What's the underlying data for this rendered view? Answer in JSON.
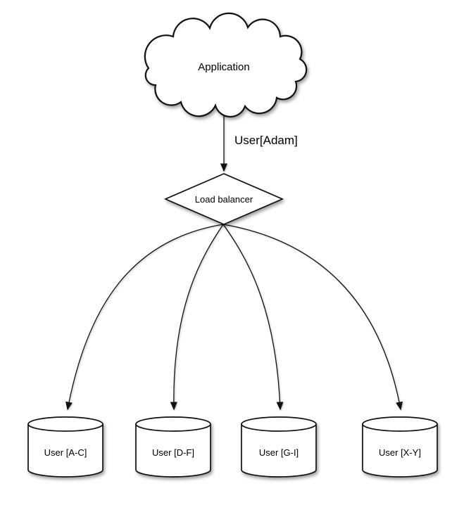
{
  "diagram": {
    "cloud_node": {
      "label": "Application"
    },
    "request_edge": {
      "label": "User[Adam]"
    },
    "balancer_node": {
      "label": "Load balancer"
    },
    "shard_nodes": [
      {
        "label": "User [A-C]"
      },
      {
        "label": "User [D-F]"
      },
      {
        "label": "User [G-I]"
      },
      {
        "label": "User [X-Y]"
      }
    ],
    "colors": {
      "stroke": "#111111",
      "shape_fill": "#ffffff",
      "text": "#000000",
      "background": "#ffffff"
    }
  }
}
